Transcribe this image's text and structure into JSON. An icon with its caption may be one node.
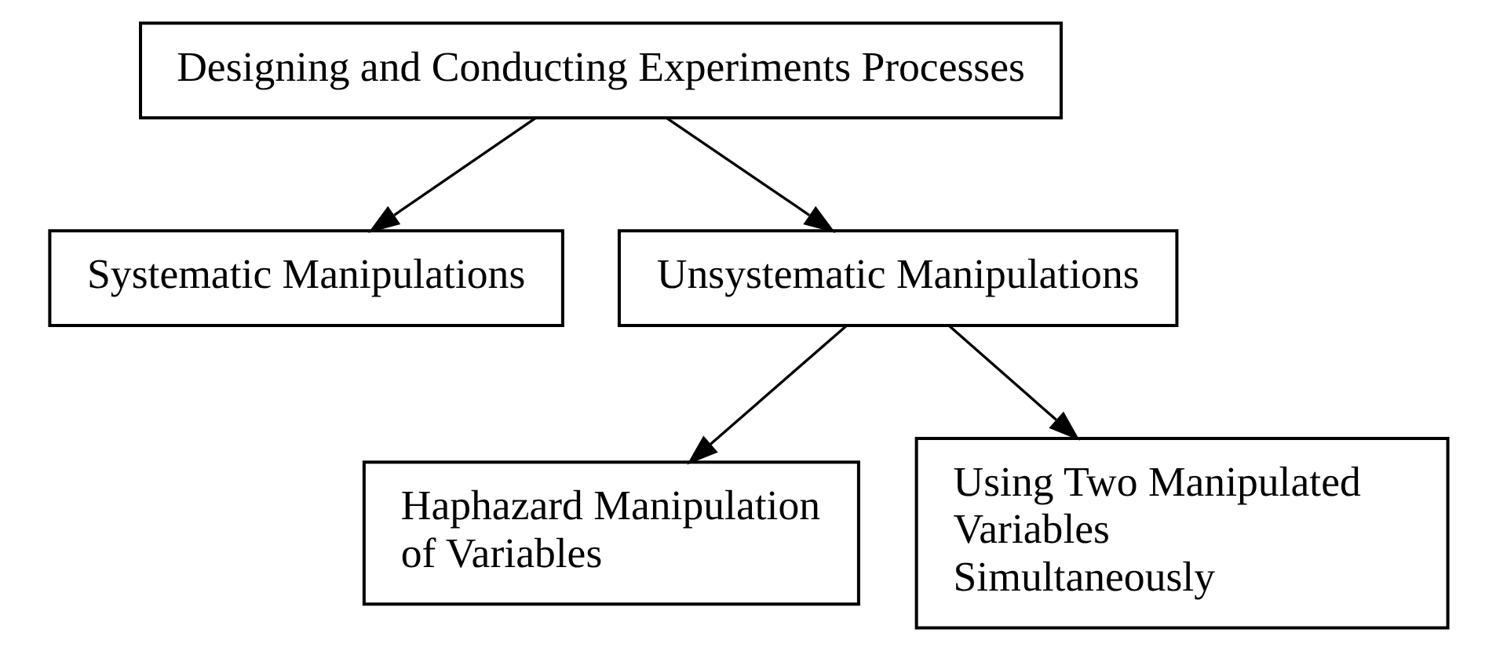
{
  "diagram": {
    "nodes": [
      {
        "text": [
          "Designing and Conducting Experiments Processes"
        ]
      },
      {
        "text": [
          "Systematic Manipulations"
        ]
      },
      {
        "text": [
          "Unsystematic Manipulations"
        ]
      },
      {
        "text": [
          "Haphazard Manipulation of Variables"
        ]
      },
      {
        "text": [
          "Using Two Manipulated Variables Simultaneously"
        ]
      }
    ],
    "edges": [
      {
        "from": 0,
        "to": 1,
        "arrow": "to"
      },
      {
        "from": 0,
        "to": 2,
        "arrow": "to"
      },
      {
        "from": 2,
        "to": 3,
        "arrow": "to"
      },
      {
        "from": 2,
        "to": 4,
        "arrow": "to"
      }
    ]
  }
}
